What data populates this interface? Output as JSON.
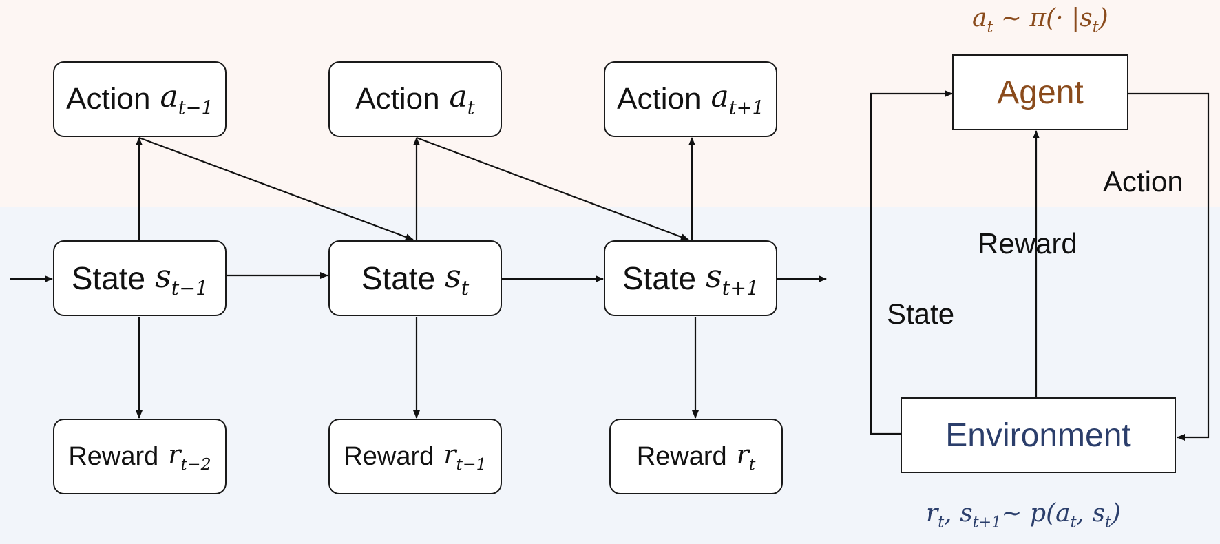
{
  "colors": {
    "agent_text": "#8a4b1c",
    "environment_text": "#2b3e6b",
    "policy_formula": "#8a4b1c",
    "transition_formula": "#2b3e6b",
    "top_band": "#fdf6f3",
    "bottom_band": "#f2f5fa"
  },
  "unrolled": {
    "actions": [
      {
        "word": "Action",
        "sym": "a",
        "sub": "t−1"
      },
      {
        "word": "Action",
        "sym": "a",
        "sub": "t"
      },
      {
        "word": "Action",
        "sym": "a",
        "sub": "t+1"
      }
    ],
    "states": [
      {
        "word": "State",
        "sym": "s",
        "sub": "t−1"
      },
      {
        "word": "State",
        "sym": "s",
        "sub": "t"
      },
      {
        "word": "State",
        "sym": "s",
        "sub": "t+1"
      }
    ],
    "rewards": [
      {
        "word": "Reward",
        "sym": "r",
        "sub": "t−2"
      },
      {
        "word": "Reward",
        "sym": "r",
        "sub": "t−1"
      },
      {
        "word": "Reward",
        "sym": "r",
        "sub": "t"
      }
    ]
  },
  "loop": {
    "agent": "Agent",
    "environment": "Environment",
    "action_label": "Action",
    "reward_label": "Reward",
    "state_label": "State",
    "policy": {
      "lhs": "a",
      "lhs_sub": "t",
      "middle": " ∼ π(· |s",
      "mid_sub": "t",
      "end": ")"
    },
    "transition": {
      "r": "r",
      "r_sub": "t",
      "comma": ", s",
      "s_sub": "t+1",
      "rest": "∼ p(a",
      "a_sub": "t",
      "comma2": ", s",
      "s2_sub": "t",
      "end": ")"
    }
  }
}
